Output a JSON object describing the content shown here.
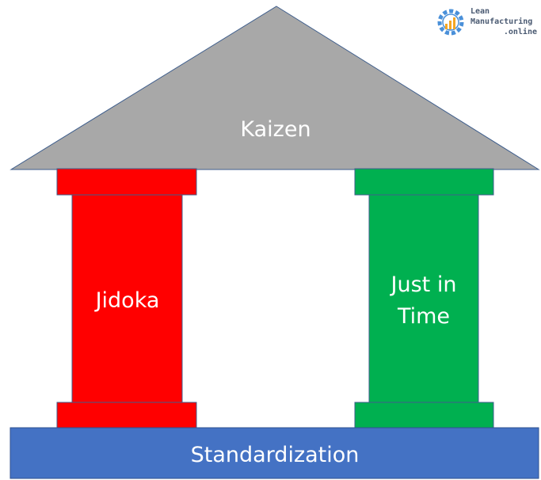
{
  "roof": {
    "label": "Kaizen",
    "color": "#a8a8a8"
  },
  "pillars": [
    {
      "label_lines": [
        "Jidoka"
      ],
      "color": "#ff0000"
    },
    {
      "label_lines": [
        "Just in",
        "Time"
      ],
      "color": "#00b050"
    }
  ],
  "base": {
    "label": "Standardization",
    "color": "#4472c4"
  },
  "logo": {
    "lines": [
      "Lean",
      "Manufacturing",
      ".online"
    ],
    "icon": "gear-chart-icon"
  },
  "colors": {
    "outline": "#3f5e8c",
    "text": "#ffffff"
  }
}
